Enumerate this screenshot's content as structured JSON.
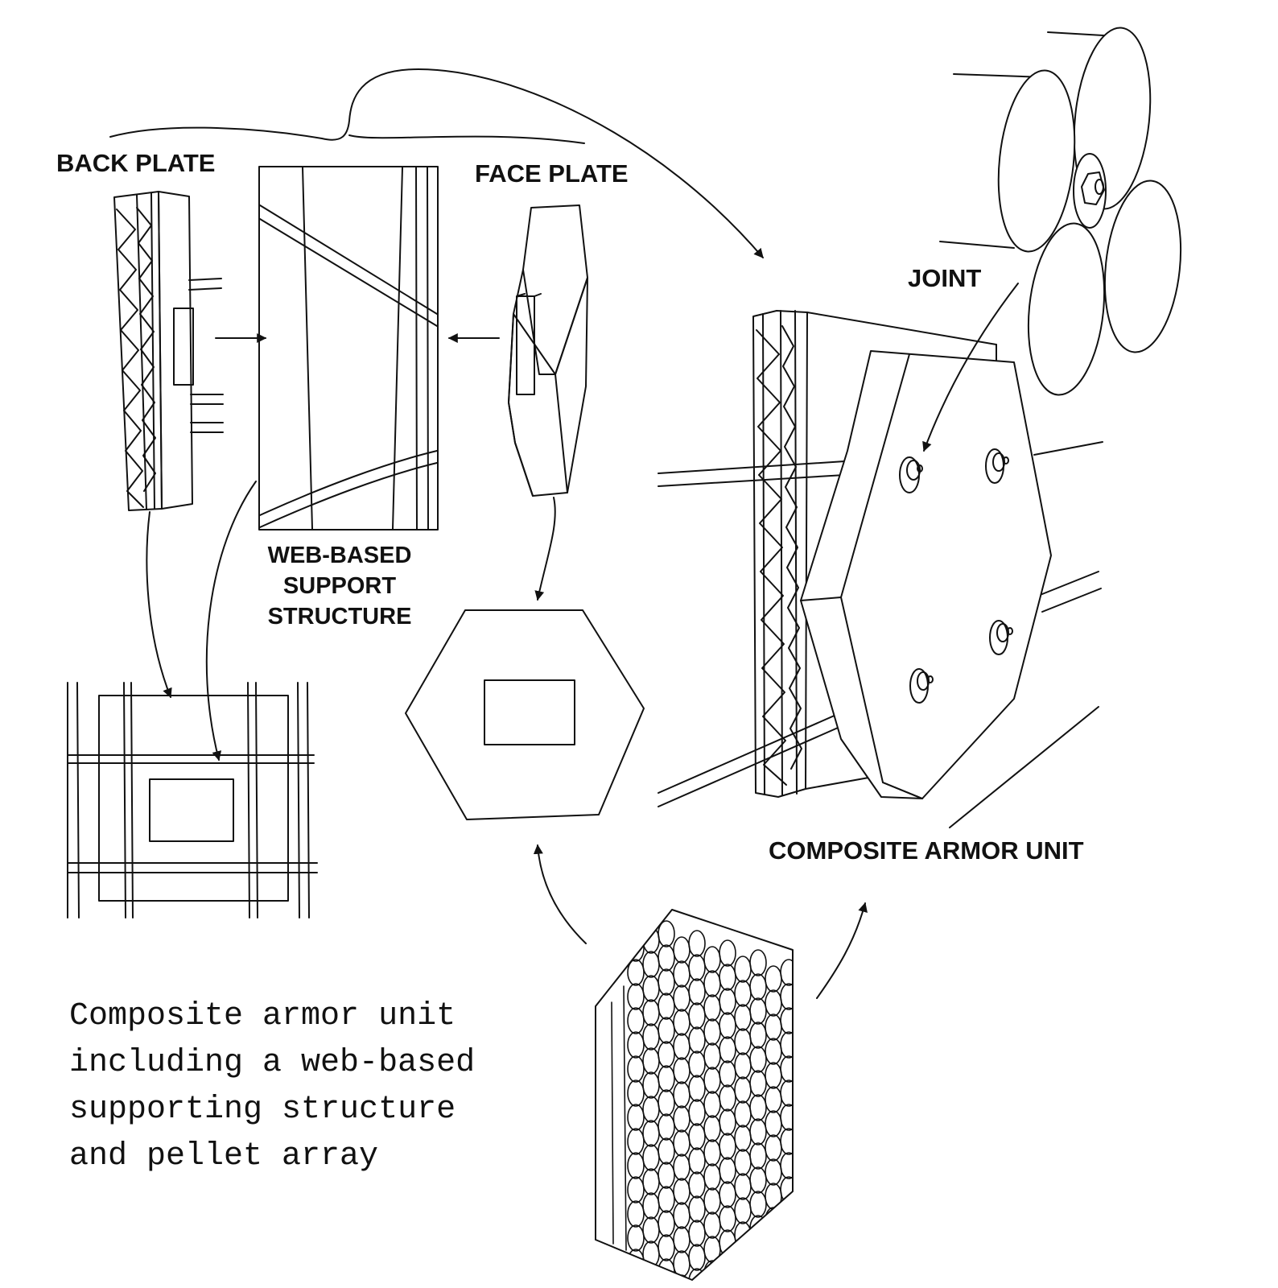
{
  "labels": {
    "back_plate": "BACK PLATE",
    "face_plate": "FACE PLATE",
    "joint": "JOINT",
    "web_based_line1": "WEB-BASED",
    "web_based_line2": "SUPPORT",
    "web_based_line3": "STRUCTURE",
    "composite_armor_unit": "COMPOSITE ARMOR UNIT"
  },
  "caption": {
    "line1": "Composite armor unit",
    "line2": "including a web-based",
    "line3": "supporting structure",
    "line4": "and pellet array"
  },
  "colors": {
    "ink": "#111111",
    "paper": "#ffffff"
  }
}
